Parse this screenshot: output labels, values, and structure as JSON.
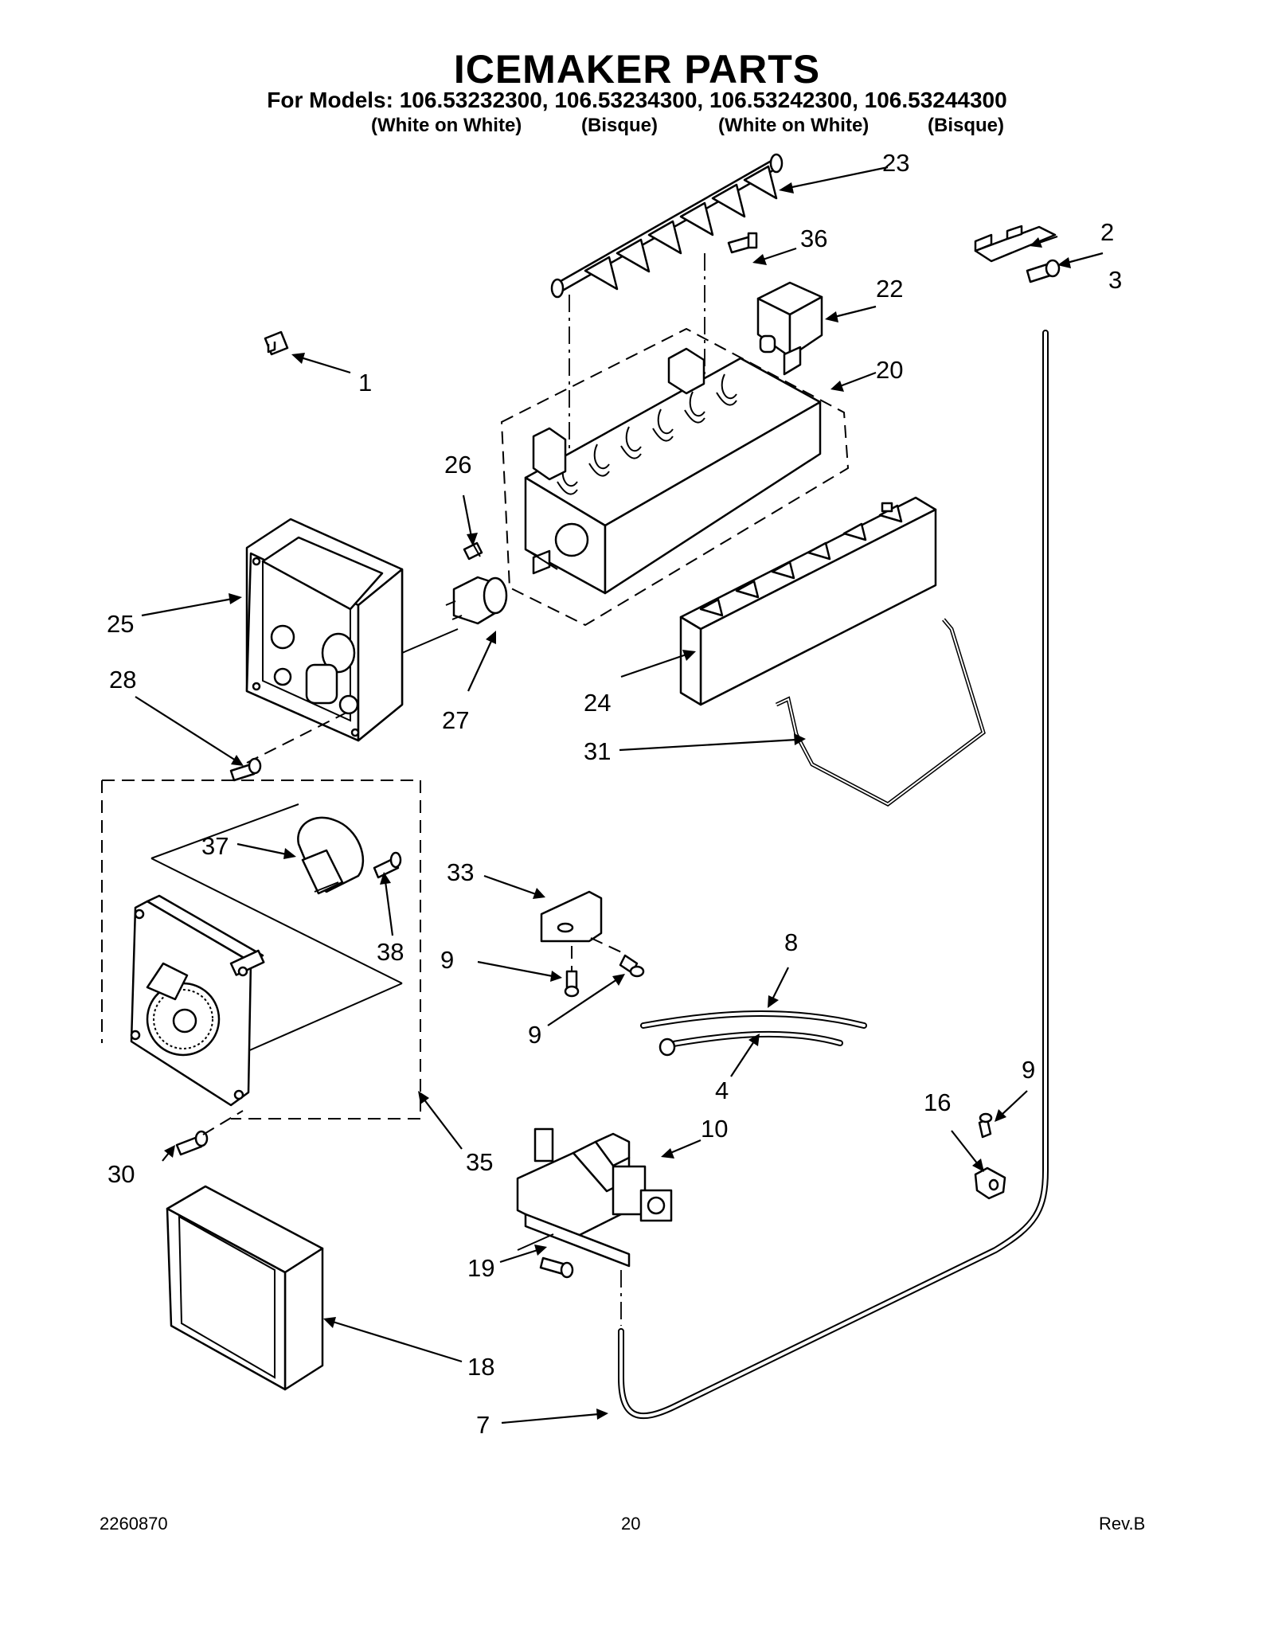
{
  "header": {
    "title": "ICEMAKER PARTS",
    "models_line": "For Models: 106.53232300, 106.53234300, 106.53242300, 106.53244300",
    "finishes": [
      "(White on White)",
      "(Bisque)",
      "(White on White)",
      "(Bisque)"
    ]
  },
  "callouts": {
    "c1": "1",
    "c2": "2",
    "c3": "3",
    "c4": "4",
    "c7": "7",
    "c8": "8",
    "c9a": "9",
    "c9b": "9",
    "c9c": "9",
    "c10": "10",
    "c16": "16",
    "c18": "18",
    "c19": "19",
    "c20": "20",
    "c22": "22",
    "c23": "23",
    "c24": "24",
    "c25": "25",
    "c26": "26",
    "c27": "27",
    "c28": "28",
    "c30": "30",
    "c31": "31",
    "c33": "33",
    "c35": "35",
    "c36": "36",
    "c37": "37",
    "c38": "38"
  },
  "footer": {
    "doc_number": "2260870",
    "page_number": "20",
    "revision": "Rev.B"
  }
}
